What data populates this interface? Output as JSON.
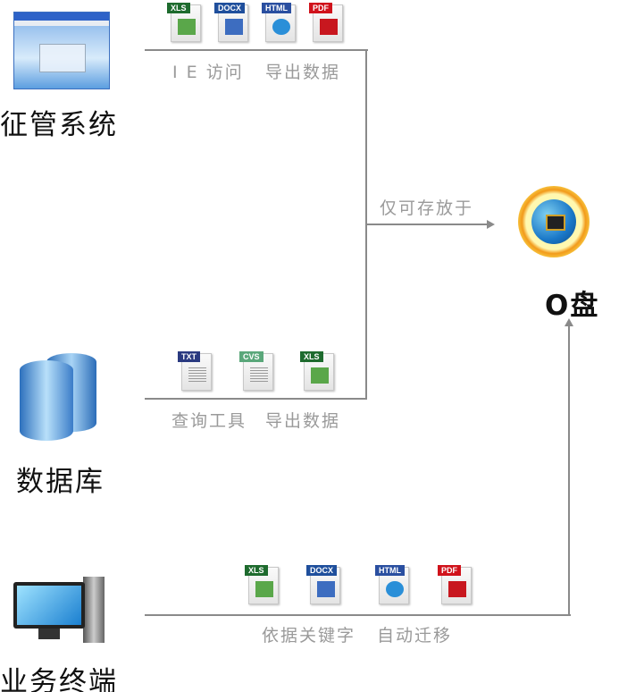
{
  "sources": {
    "system": {
      "title": "征管系统"
    },
    "database": {
      "title": "数据库"
    },
    "terminal": {
      "title": "业务终端"
    }
  },
  "target": {
    "title": "O盘",
    "store_label": "仅可存放于"
  },
  "top_flow": {
    "files": [
      "XLS",
      "DOCX",
      "HTML",
      "PDF"
    ],
    "label_left": "I E 访问",
    "label_right": "导出数据"
  },
  "mid_flow": {
    "files": [
      "TXT",
      "CVS",
      "XLS"
    ],
    "label_left": "查询工具",
    "label_right": "导出数据"
  },
  "bottom_flow": {
    "files": [
      "XLS",
      "DOCX",
      "HTML",
      "PDF"
    ],
    "label_left": "依据关键字",
    "label_right": "自动迁移"
  },
  "colors": {
    "XLS": "#1e6b2e",
    "DOCX": "#1f4f9c",
    "HTML": "#2a4fa0",
    "PDF": "#d0121b",
    "TXT": "#2a3a80",
    "CVS": "#5aa77a",
    "line": "#8a8a8a"
  }
}
